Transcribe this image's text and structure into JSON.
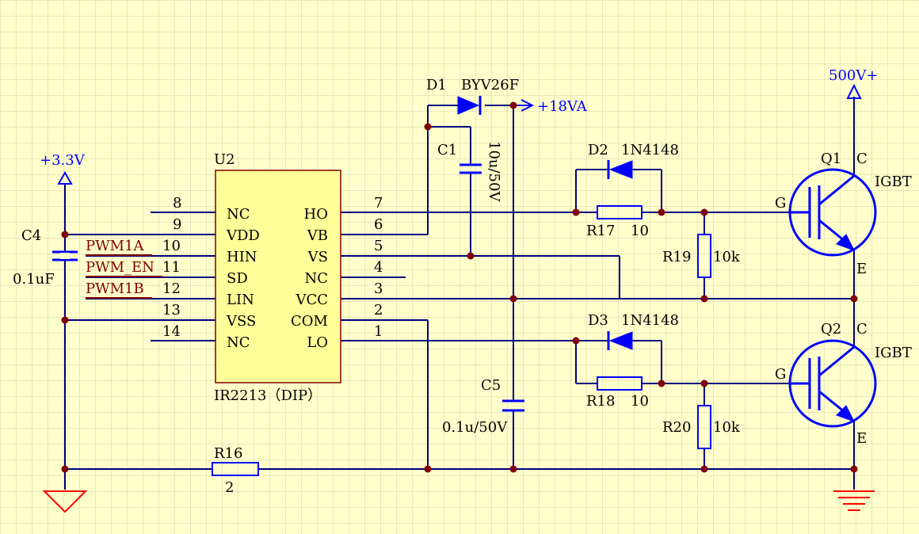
{
  "colors": {
    "background": "#ffffcc",
    "grid": "#cfcfa8",
    "wire": "#000080",
    "component": "#0000ff",
    "ic_fill": "#ffff99",
    "ic_border": "#800000",
    "text": "#000000",
    "power_text": "#0000ff",
    "net_label": "#800000",
    "junction": "#800000",
    "ground": "#ff0000"
  },
  "ic": {
    "designator": "U2",
    "part": "IR2213（DIP）",
    "left_pins": [
      {
        "num": "8",
        "name": "NC"
      },
      {
        "num": "9",
        "name": "VDD"
      },
      {
        "num": "10",
        "name": "HIN"
      },
      {
        "num": "11",
        "name": "SD"
      },
      {
        "num": "12",
        "name": "LIN"
      },
      {
        "num": "13",
        "name": "VSS"
      },
      {
        "num": "14",
        "name": "NC"
      }
    ],
    "right_pins": [
      {
        "num": "7",
        "name": "HO"
      },
      {
        "num": "6",
        "name": "VB"
      },
      {
        "num": "5",
        "name": "VS"
      },
      {
        "num": "4",
        "name": "NC"
      },
      {
        "num": "3",
        "name": "VCC"
      },
      {
        "num": "2",
        "name": "COM"
      },
      {
        "num": "1",
        "name": "LO"
      }
    ]
  },
  "nets": {
    "pwm1a": "PWM1A",
    "pwm_en": "PWM_EN",
    "pwm1b": "PWM1B"
  },
  "power": {
    "v33": "+3.3V",
    "v18": "+18VA",
    "v500": "500V+"
  },
  "parts": {
    "d1": {
      "ref": "D1",
      "value": "BYV26F"
    },
    "d2": {
      "ref": "D2",
      "value": "1N4148"
    },
    "d3": {
      "ref": "D3",
      "value": "1N4148"
    },
    "c1": {
      "ref": "C1",
      "value": "10u/50V"
    },
    "c4": {
      "ref": "C4",
      "value": "0.1uF"
    },
    "c5": {
      "ref": "C5",
      "value": "0.1u/50V"
    },
    "r16": {
      "ref": "R16",
      "value": "2"
    },
    "r17": {
      "ref": "R17",
      "value": "10"
    },
    "r18": {
      "ref": "R18",
      "value": "10"
    },
    "r19": {
      "ref": "R19",
      "value": "10k"
    },
    "r20": {
      "ref": "R20",
      "value": "10k"
    },
    "q1": {
      "ref": "Q1",
      "type": "IGBT",
      "gate": "G",
      "collector": "C",
      "emitter": "E"
    },
    "q2": {
      "ref": "Q2",
      "type": "IGBT",
      "gate": "G",
      "collector": "C",
      "emitter": "E"
    }
  }
}
